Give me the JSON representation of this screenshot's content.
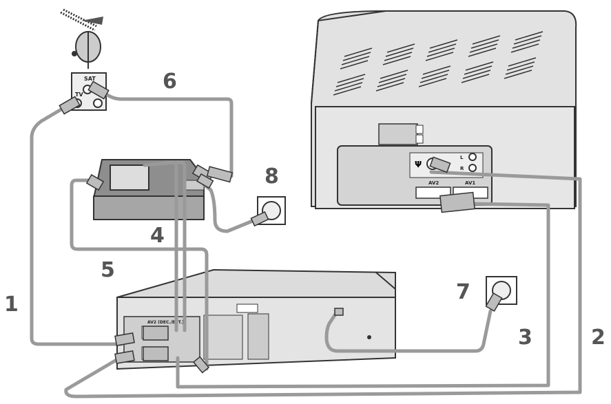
{
  "callouts": [
    "1",
    "2",
    "3",
    "4",
    "5",
    "6",
    "7",
    "8"
  ],
  "satellite_box": {
    "sat_label": "SAT",
    "tv_label": "TV"
  },
  "tv_panel": {
    "l_label": "L",
    "r_label": "R",
    "av2_label": "AV2",
    "av1_label": "AV1"
  },
  "vcr_panel": {
    "av_label": "AV2 (DEC./EXT.)"
  },
  "colors": {
    "device_gray": "#d9d9d9",
    "cable_gray": "#9a9a9a",
    "outline": "#333333"
  }
}
